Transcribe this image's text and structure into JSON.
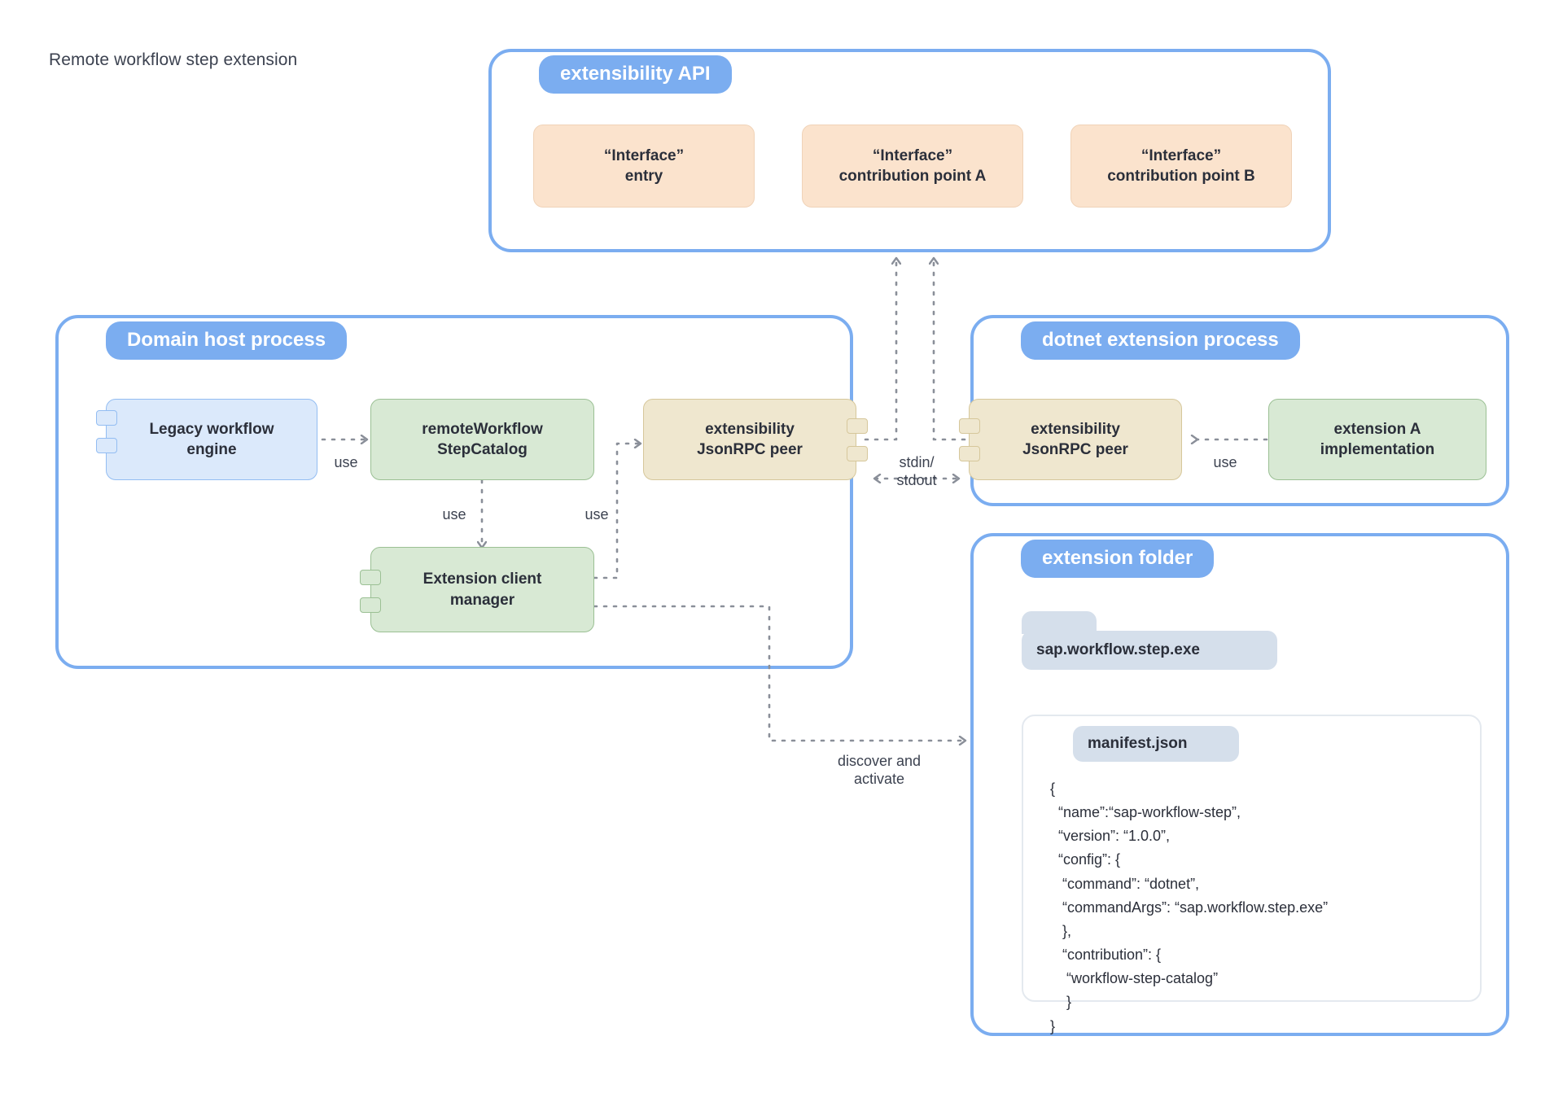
{
  "title": "Remote workflow step extension",
  "colors": {
    "group_border": "#7badf0",
    "group_label_bg": "#7badf0",
    "interface_box": "#fbe3cd",
    "blue_box": "#dbe9fb",
    "green_box": "#d8e9d4",
    "sand_box": "#efe7cf",
    "file_chip": "#d5dfeb",
    "connector": "#8a8f99"
  },
  "groups": {
    "extensibility_api": {
      "label": "extensibility API",
      "boxes": [
        {
          "line1": "“Interface”",
          "line2": "entry"
        },
        {
          "line1": "“Interface”",
          "line2": "contribution point A"
        },
        {
          "line1": "“Interface”",
          "line2": "contribution point B"
        }
      ]
    },
    "domain_host_process": {
      "label": "Domain host process",
      "boxes": [
        {
          "name": "legacy-workflow-engine",
          "line1": "Legacy workflow",
          "line2": "engine"
        },
        {
          "name": "remote-workflow-step-catalog",
          "line1": "remoteWorkflow",
          "line2": "StepCatalog"
        },
        {
          "name": "extensibility-jsonrpc-peer-host",
          "line1": "extensibility",
          "line2": "JsonRPC peer"
        },
        {
          "name": "extension-client-manager",
          "line1": "Extension client",
          "line2": "manager"
        }
      ]
    },
    "dotnet_extension_process": {
      "label": "dotnet extension process",
      "boxes": [
        {
          "name": "extensibility-jsonrpc-peer-ext",
          "line1": "extensibility",
          "line2": "JsonRPC peer"
        },
        {
          "name": "extension-a-implementation",
          "line1": "extension A",
          "line2": "implementation"
        }
      ]
    },
    "extension_folder": {
      "label": "extension folder",
      "exe_file": "sap.workflow.step.exe",
      "manifest_title": "manifest.json",
      "manifest_body": "{\n  “name”:“sap-workflow-step”,\n  “version”: “1.0.0”,\n  “config”: {\n   “command”: “dotnet”,\n   “commandArgs”: “sap.workflow.step.exe”\n   },\n   “contribution”: {\n    “workflow-step-catalog”\n    }\n}"
    }
  },
  "connectors": {
    "use_engine_to_catalog": "use",
    "use_catalog_to_manager": "use",
    "use_manager_to_peer": "use",
    "stdin_stdout": "stdin/\nstdout",
    "use_ext_impl_to_peer": "use",
    "discover_and_activate": "discover and\nactivate"
  }
}
